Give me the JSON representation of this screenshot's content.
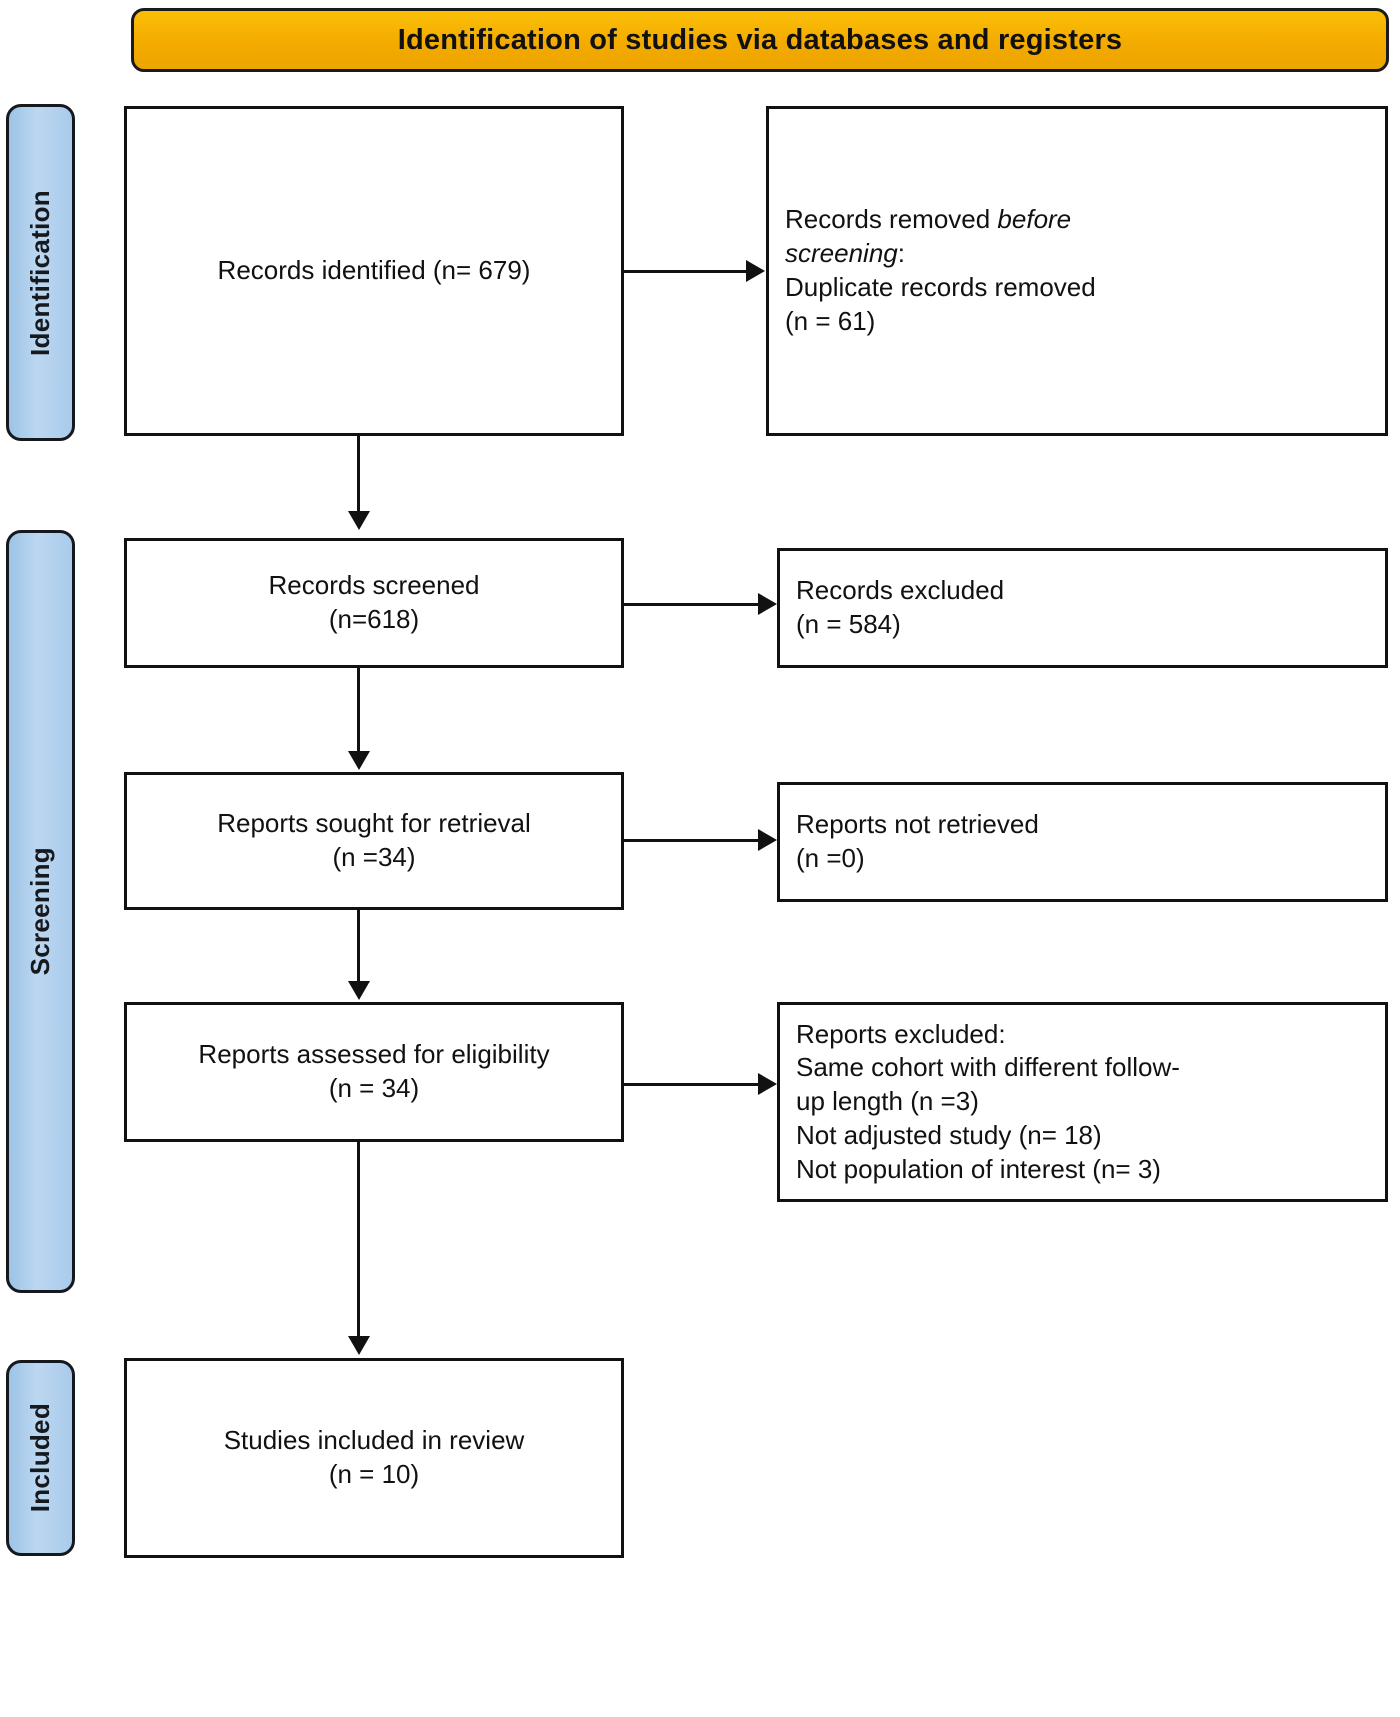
{
  "diagram": {
    "banner": {
      "title": "Identification of studies via databases and registers",
      "color": "#f5b301"
    },
    "stages": [
      {
        "id": "identification",
        "label": "Identification",
        "color": "#a6c9ea"
      },
      {
        "id": "screening",
        "label": "Screening",
        "color": "#a6c9ea"
      },
      {
        "id": "included",
        "label": "Included",
        "color": "#a6c9ea"
      }
    ],
    "boxes": {
      "identified": {
        "line1": "Records identified (n= 679)"
      },
      "removed_before_screening": {
        "line1": "Records removed ",
        "line1_italic": "before",
        "line2_italic": "screening",
        "line2_tail": ":",
        "line3": "Duplicate records removed",
        "line4": "(n = 61)"
      },
      "screened": {
        "line1": "Records screened",
        "line2": "(n=618)"
      },
      "records_excluded": {
        "line1": "Records excluded",
        "line2": "(n = 584)"
      },
      "sought": {
        "line1": "Reports sought for retrieval",
        "line2": "(n =34)"
      },
      "not_retrieved": {
        "line1": "Reports not retrieved",
        "line2": "(n =0)"
      },
      "assessed": {
        "line1": "Reports assessed for eligibility",
        "line2": "(n = 34)"
      },
      "reports_excluded": {
        "line1": "Reports excluded:",
        "line2": "Same cohort with different follow-",
        "line3": "up length (n =3)",
        "line4": "Not adjusted study (n= 18)",
        "line5": "Not population of interest (n= 3)"
      },
      "included_in_review": {
        "line1": "Studies included in review",
        "line2": "(n = 10)"
      }
    }
  },
  "chart_data": {
    "type": "diagram",
    "title": "Identification of studies via databases and registers",
    "nodes": [
      {
        "id": "identified",
        "stage": "Identification",
        "label": "Records identified",
        "n": 679
      },
      {
        "id": "removed_before_screening",
        "stage": "Identification",
        "label": "Records removed before screening: Duplicate records removed",
        "n": 61
      },
      {
        "id": "screened",
        "stage": "Screening",
        "label": "Records screened",
        "n": 618
      },
      {
        "id": "records_excluded",
        "stage": "Screening",
        "label": "Records excluded",
        "n": 584
      },
      {
        "id": "sought",
        "stage": "Screening",
        "label": "Reports sought for retrieval",
        "n": 34
      },
      {
        "id": "not_retrieved",
        "stage": "Screening",
        "label": "Reports not retrieved",
        "n": 0
      },
      {
        "id": "assessed",
        "stage": "Screening",
        "label": "Reports assessed for eligibility",
        "n": 34
      },
      {
        "id": "reports_excluded",
        "stage": "Screening",
        "label": "Reports excluded",
        "reasons": [
          {
            "reason": "Same cohort with different follow-up length",
            "n": 3
          },
          {
            "reason": "Not adjusted study",
            "n": 18
          },
          {
            "reason": "Not population of interest",
            "n": 3
          }
        ]
      },
      {
        "id": "included_in_review",
        "stage": "Included",
        "label": "Studies included in review",
        "n": 10
      }
    ],
    "edges": [
      {
        "from": "identified",
        "to": "removed_before_screening",
        "direction": "right"
      },
      {
        "from": "identified",
        "to": "screened",
        "direction": "down"
      },
      {
        "from": "screened",
        "to": "records_excluded",
        "direction": "right"
      },
      {
        "from": "screened",
        "to": "sought",
        "direction": "down"
      },
      {
        "from": "sought",
        "to": "not_retrieved",
        "direction": "right"
      },
      {
        "from": "sought",
        "to": "assessed",
        "direction": "down"
      },
      {
        "from": "assessed",
        "to": "reports_excluded",
        "direction": "right"
      },
      {
        "from": "assessed",
        "to": "included_in_review",
        "direction": "down"
      }
    ]
  }
}
